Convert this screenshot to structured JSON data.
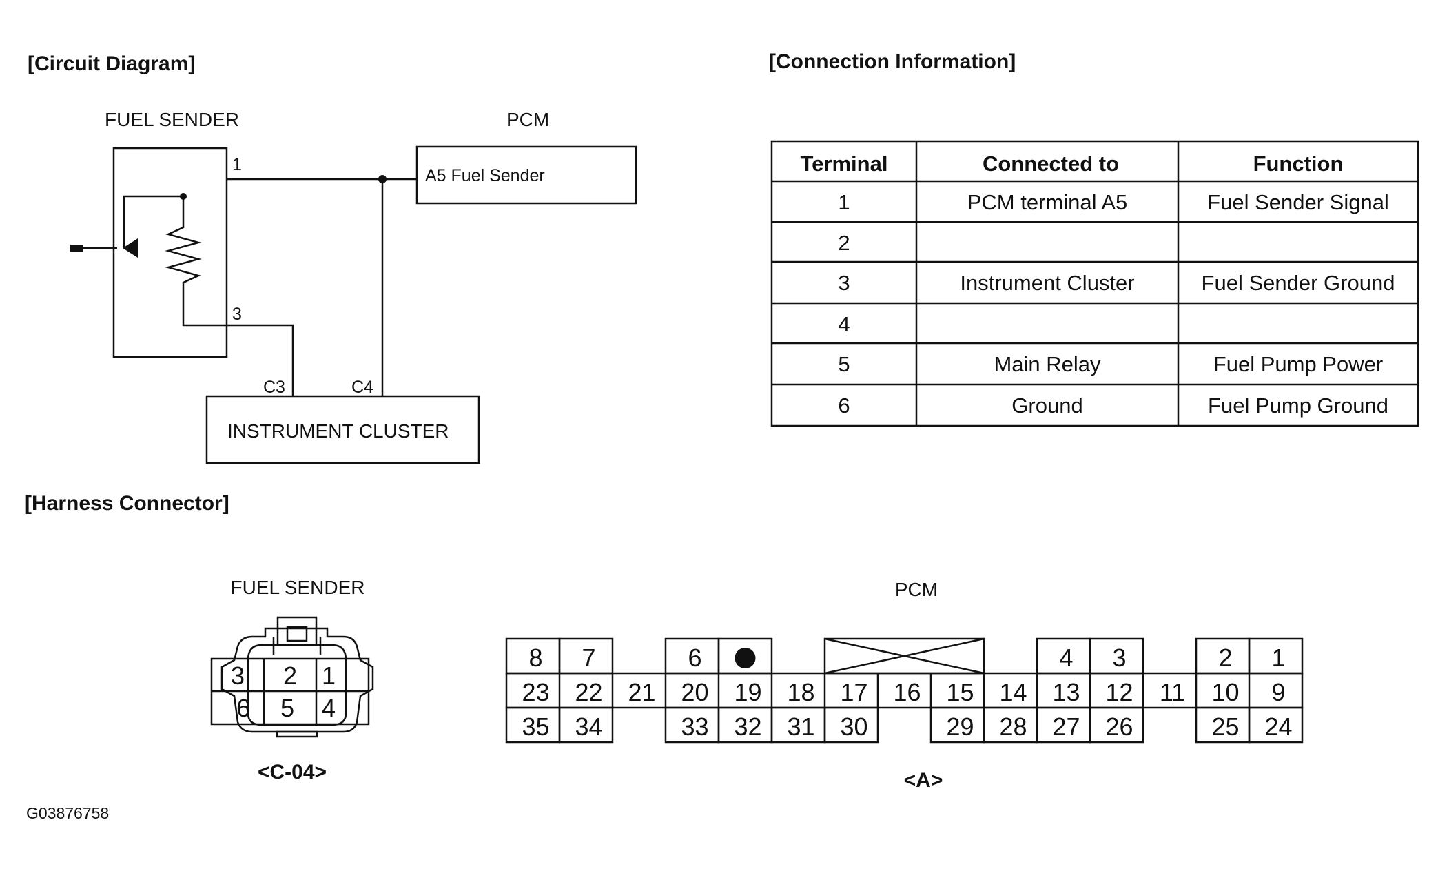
{
  "circuit": {
    "heading": "[Circuit Diagram]",
    "fuel_sender_label": "FUEL SENDER",
    "pcm_label": "PCM",
    "pin_1": "1",
    "pin_3": "3",
    "pcm_a5_label": "A5 Fuel Sender",
    "pin_c3": "C3",
    "pin_c4": "C4",
    "cluster_label": "INSTRUMENT CLUSTER"
  },
  "connection": {
    "heading": "[Connection Information]",
    "headers": [
      "Terminal",
      "Connected to",
      "Function"
    ],
    "rows": [
      {
        "terminal": "1",
        "connected_to": "PCM terminal A5",
        "function": "Fuel Sender Signal"
      },
      {
        "terminal": "2",
        "connected_to": "",
        "function": ""
      },
      {
        "terminal": "3",
        "connected_to": "Instrument Cluster",
        "function": "Fuel Sender Ground"
      },
      {
        "terminal": "4",
        "connected_to": "",
        "function": ""
      },
      {
        "terminal": "5",
        "connected_to": "Main Relay",
        "function": "Fuel Pump Power"
      },
      {
        "terminal": "6",
        "connected_to": "Ground",
        "function": "Fuel Pump Ground"
      }
    ]
  },
  "harness": {
    "heading": "[Harness Connector]",
    "fuel_sender_label": "FUEL SENDER",
    "fuel_sender_pins": [
      "3",
      "2",
      "1",
      "6",
      "5",
      "4"
    ],
    "fuel_sender_code": "<C-04>",
    "pcm_label": "PCM",
    "pcm_code": "<A>",
    "pcm_rows": [
      [
        "8",
        "7",
        "",
        "6",
        "●",
        "",
        "",
        "",
        "",
        "",
        "4",
        "3",
        "",
        "2",
        "1"
      ],
      [
        "23",
        "22",
        "21",
        "20",
        "19",
        "18",
        "17",
        "16",
        "15",
        "14",
        "13",
        "12",
        "11",
        "10",
        "9"
      ],
      [
        "35",
        "34",
        "",
        "33",
        "32",
        "31",
        "30",
        "",
        "29",
        "28",
        "27",
        "26",
        "",
        "25",
        "24"
      ]
    ]
  },
  "figure_id": "G03876758"
}
